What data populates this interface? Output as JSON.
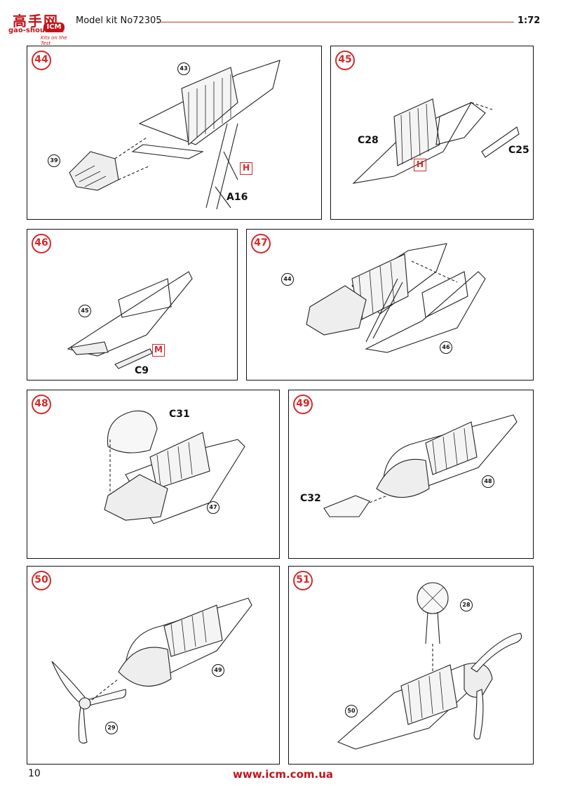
{
  "logo": {
    "cn": "高手网",
    "site": "gao-shou.com",
    "icm": "ICM",
    "tag": "Kits on the Test"
  },
  "header": {
    "title": "Model kit No72305",
    "scale": "1:72"
  },
  "panels": {
    "p44": {
      "step": "44",
      "refs": [
        "43",
        "39"
      ],
      "parts": [
        "A16"
      ],
      "tags": [
        "H"
      ]
    },
    "p45": {
      "step": "45",
      "parts": [
        "C28",
        "C25"
      ],
      "tags": [
        "H"
      ]
    },
    "p46": {
      "step": "46",
      "refs": [
        "45"
      ],
      "parts": [
        "C9"
      ],
      "tags": [
        "M"
      ]
    },
    "p47": {
      "step": "47",
      "refs": [
        "44",
        "46"
      ]
    },
    "p48": {
      "step": "48",
      "refs": [
        "47"
      ],
      "parts": [
        "C31"
      ]
    },
    "p49": {
      "step": "49",
      "refs": [
        "48"
      ],
      "parts": [
        "C32"
      ]
    },
    "p50": {
      "step": "50",
      "refs": [
        "49",
        "29"
      ]
    },
    "p51": {
      "step": "51",
      "refs": [
        "28",
        "50"
      ]
    }
  },
  "footer": {
    "page": "10",
    "url": "www.icm.com.ua"
  }
}
